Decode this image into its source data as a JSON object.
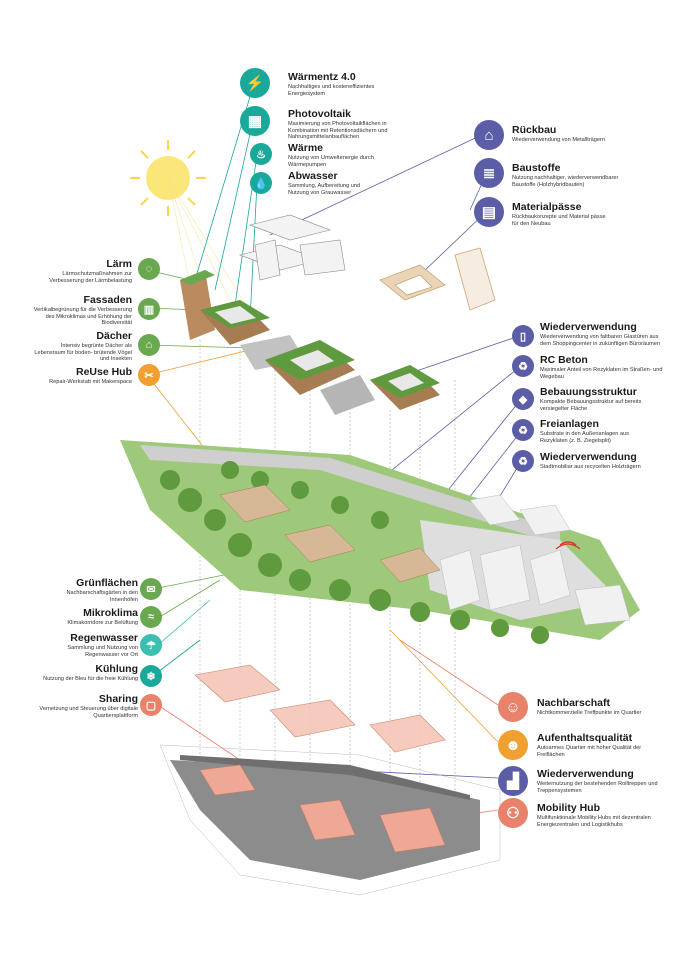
{
  "colors": {
    "teal": "#1aa89b",
    "green": "#6aa84f",
    "orange": "#f0a030",
    "purple": "#5b5ea6",
    "salmon": "#e8826a",
    "lightteal": "#3bbfb0"
  },
  "top_labels": [
    {
      "title": "Wärmentz 4.0",
      "desc": "Nachhaltiges und kosteneffizientes Energiesystem",
      "icon": "lightning-icon",
      "color": "teal"
    },
    {
      "title": "Photovoltaik",
      "desc": "Maximierung von Photovoltaikflächen in Kombination mit Retentionsdächern und Nahrungsmittelanbauflächen",
      "icon": "solar-panel-icon",
      "color": "teal"
    },
    {
      "title": "Wärme",
      "desc": "Nutzung von Umweltenergie durch Wärmepumpen",
      "icon": "heat-pump-icon",
      "color": "teal"
    },
    {
      "title": "Abwasser",
      "desc": "Sammlung, Aufbereitung und Nutzung von Grauwasser",
      "icon": "water-drop-icon",
      "color": "teal"
    }
  ],
  "left_labels": [
    {
      "title": "Lärm",
      "desc": "Lärmschutzmaßnahmen zur Verbesserung der Lärmbelastung",
      "icon": "noise-icon",
      "color": "green"
    },
    {
      "title": "Fassaden",
      "desc": "Vertikalbegrünung für die Verbesserung des Mikroklimas und Erhöhung der Biodiversität",
      "icon": "facade-icon",
      "color": "green"
    },
    {
      "title": "Dächer",
      "desc": "Intensiv begrünte Dächer als Lebensraum für boden- brütende Vögel und Insekten",
      "icon": "roof-icon",
      "color": "green"
    },
    {
      "title": "ReUse Hub",
      "desc": "Repair-Werkstatt mit Makerspace",
      "icon": "tools-icon",
      "color": "orange"
    }
  ],
  "right_top_labels": [
    {
      "title": "Rückbau",
      "desc": "Wiederverwendung von Metallträgern",
      "icon": "house-icon",
      "color": "purple"
    },
    {
      "title": "Baustoffe",
      "desc": "Nutzung nachhaltiger, wiederverwendbarer Baustoffe (Holzhybridbauten)",
      "icon": "timber-icon",
      "color": "purple"
    },
    {
      "title": "Materialpässe",
      "desc": "Rückbaukonzepte und Material pässe für den Neubau",
      "icon": "bricks-icon",
      "color": "purple"
    }
  ],
  "right_mid_labels": [
    {
      "title": "Wiederverwendung",
      "desc": "Wiederverwendung von faltbaren Glastüren aus dem Shoppingcenter in zukünftigen Büroräumen",
      "icon": "door-icon",
      "color": "purple"
    },
    {
      "title": "RC Beton",
      "desc": "Maximaler Anteil von Rezyklaten im Straßen- und Wegebau",
      "icon": "recycle-icon",
      "color": "purple"
    },
    {
      "title": "Bebauungsstruktur",
      "desc": "Kompakte Bebauungsstruktur auf bereits versiegelter Fläche",
      "icon": "cube-icon",
      "color": "purple"
    },
    {
      "title": "Freianlagen",
      "desc": "Substrate in den Außenanlagen aus Rezyklaten (z. B. Ziegelsplit)",
      "icon": "recycle-leaf-icon",
      "color": "purple"
    },
    {
      "title": "Wiederverwendung",
      "desc": "Stadtmobiliar aus recycelten Holzträgern",
      "icon": "bench-icon",
      "color": "purple"
    }
  ],
  "left_bottom_labels": [
    {
      "title": "Grünflächen",
      "desc": "Nachbarschaftsgärten in den Innenhöfen",
      "icon": "garden-icon",
      "color": "green"
    },
    {
      "title": "Mikroklima",
      "desc": "Klimakorridore zur Belüftung",
      "icon": "wind-icon",
      "color": "green"
    },
    {
      "title": "Regenwasser",
      "desc": "Sammlung und Nutzung von Regenwasser vor Ort",
      "icon": "rain-icon",
      "color": "lightteal"
    },
    {
      "title": "Kühlung",
      "desc": "Nutzung der Bleu für die freie Kühlung",
      "icon": "cooling-icon",
      "color": "teal"
    },
    {
      "title": "Sharing",
      "desc": "Vernetzung und Steuerung über digitale Quartiersplattform",
      "icon": "phone-icon",
      "color": "salmon"
    }
  ],
  "right_bottom_labels": [
    {
      "title": "Nachbarschaft",
      "desc": "Nichtkommerzielle Treffpunkte im Quartier",
      "icon": "people-bike-icon",
      "color": "salmon"
    },
    {
      "title": "Aufenthaltsqualität",
      "desc": "Autoarmes Quartier mit hoher Qualität der Freiflächen",
      "icon": "community-icon",
      "color": "orange"
    },
    {
      "title": "Wiederverwendung",
      "desc": "Weiternutzung der bestehenden Rolltreppen und Treppensystemen",
      "icon": "stairs-icon",
      "color": "purple"
    },
    {
      "title": "Mobility Hub",
      "desc": "Multifunktionale Mobility Hubs mit dezentralen Energiezentralen und Logistikhubs",
      "icon": "network-icon",
      "color": "salmon"
    }
  ]
}
